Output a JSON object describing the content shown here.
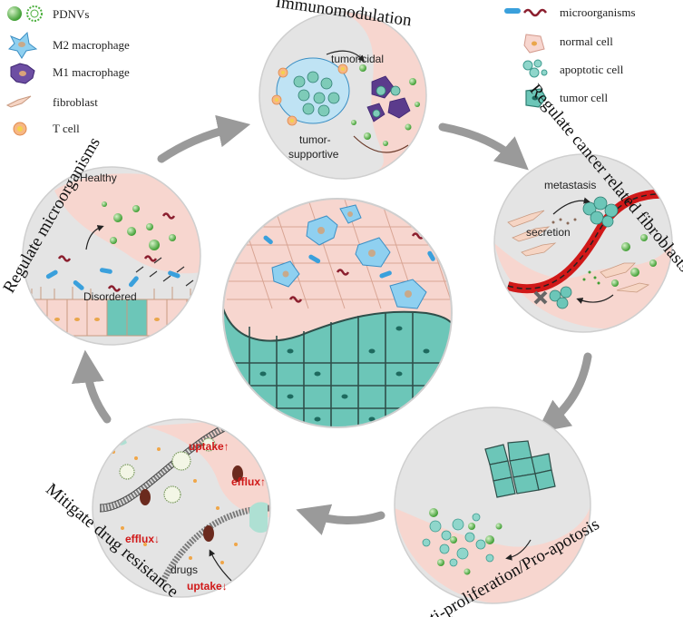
{
  "legend_left": [
    {
      "label": "PDNVs",
      "icon": "pdnv-icon"
    },
    {
      "label": "M2 macrophage",
      "icon": "m2-macrophage-icon"
    },
    {
      "label": "M1 macrophage",
      "icon": "m1-macrophage-icon"
    },
    {
      "label": "fibroblast",
      "icon": "fibroblast-icon"
    },
    {
      "label": "T cell",
      "icon": "t-cell-icon"
    }
  ],
  "legend_right": [
    {
      "label": "microorganisms",
      "icon": "microorganism-icon"
    },
    {
      "label": "normal cell",
      "icon": "normal-cell-icon"
    },
    {
      "label": "apoptotic cell",
      "icon": "apoptotic-cell-icon"
    },
    {
      "label": "tumor cell",
      "icon": "tumor-cell-icon"
    }
  ],
  "panels": {
    "immunomodulation": {
      "title": "Immunomodulation",
      "tumoricidal": "tumoricidal",
      "supportive_1": "tumor-",
      "supportive_2": "supportive"
    },
    "caf": {
      "title": "Regulate cancer related fibroblasts",
      "metastasis": "metastasis",
      "secretion": "secretion"
    },
    "apoptosis": {
      "title": "Anti-proliferation/Pro-apotosis"
    },
    "drug": {
      "title": "Mitigate drug resistance",
      "uptake_up": "uptake↑",
      "efflux_up": "efflux↑",
      "efflux_down": "efflux↓",
      "drugs": "drugs",
      "uptake_down": "uptake↓"
    },
    "micro": {
      "title": "Regulate microorganisms",
      "healthy": "Healthy",
      "disordered": "Disordered"
    }
  },
  "colors": {
    "pink": "#f7d6cf",
    "gray": "#e4e4e4",
    "teal": "#5fbfae",
    "green": "#4caf3e",
    "blue": "#5bb4e3",
    "purple": "#5b3b8c",
    "red": "#d01818",
    "arrow": "#9a9a9a"
  }
}
